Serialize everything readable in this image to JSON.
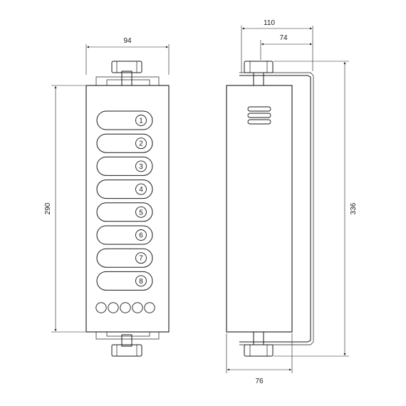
{
  "front_view": {
    "dimensions": {
      "width": "94",
      "height": "290"
    },
    "buttons": [
      "1",
      "2",
      "3",
      "4",
      "5",
      "6",
      "7",
      "8"
    ],
    "speaker_holes": 5
  },
  "side_view": {
    "dimensions": {
      "depth_outer": "110",
      "depth_inner": "74",
      "total_height": "336",
      "body_depth": "76"
    },
    "vent_slots": 3
  }
}
